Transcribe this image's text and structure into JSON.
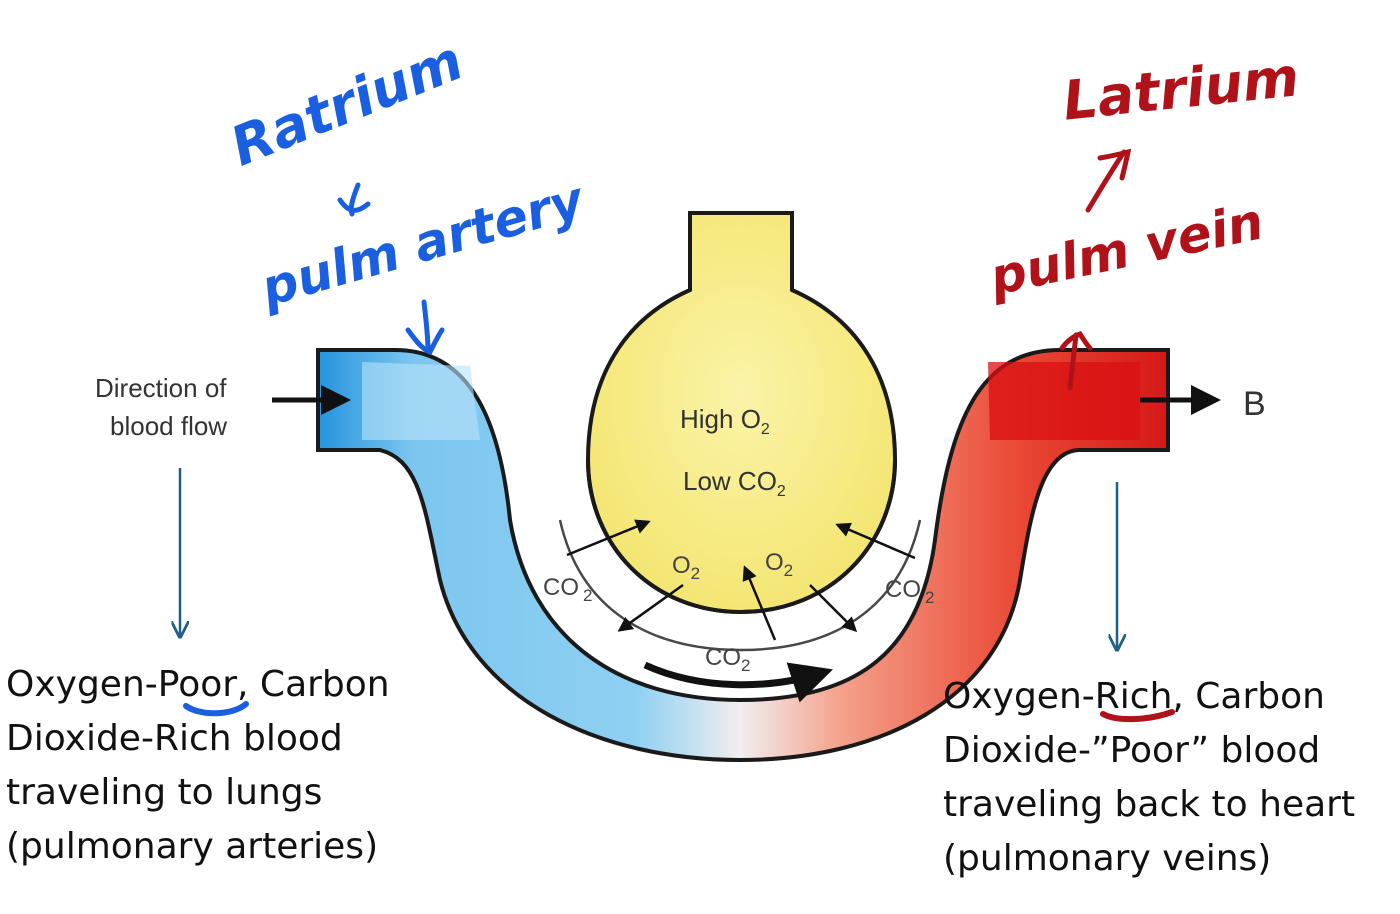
{
  "colors": {
    "deoxygenated": "#3fa9e8",
    "oxygenated": "#e02424",
    "alveolus": "#f8ec8a",
    "annotation_blue": "#1a5fe0",
    "annotation_red": "#b0121a",
    "pointer_line": "#1f5f86"
  },
  "diagram": {
    "direction_label_line1": "Direction of",
    "direction_label_line2": "blood flow",
    "alveolus_line1": "High O",
    "alveolus_line2": "Low CO",
    "sub2": "2",
    "o2": "O",
    "co2": "CO",
    "exit_label": "B"
  },
  "annotations": {
    "ratrium": "Ratrium",
    "pulm_artery": "pulm artery",
    "latrium": "Latrium",
    "pulm_vein": "pulm vein"
  },
  "left_note": {
    "line1_pre": "Oxygen-",
    "line1_em": "Poor",
    "line1_post": ", Carbon",
    "line2": "Dioxide-Rich blood",
    "line3": "traveling to lungs",
    "line4": "(pulmonary arteries)"
  },
  "right_note": {
    "line1_pre": "Oxygen-",
    "line1_em": "Rich",
    "line1_post": ", Carbon",
    "line2": "Dioxide-”Poor” blood",
    "line3": "traveling back to heart",
    "line4": "(pulmonary veins)"
  }
}
